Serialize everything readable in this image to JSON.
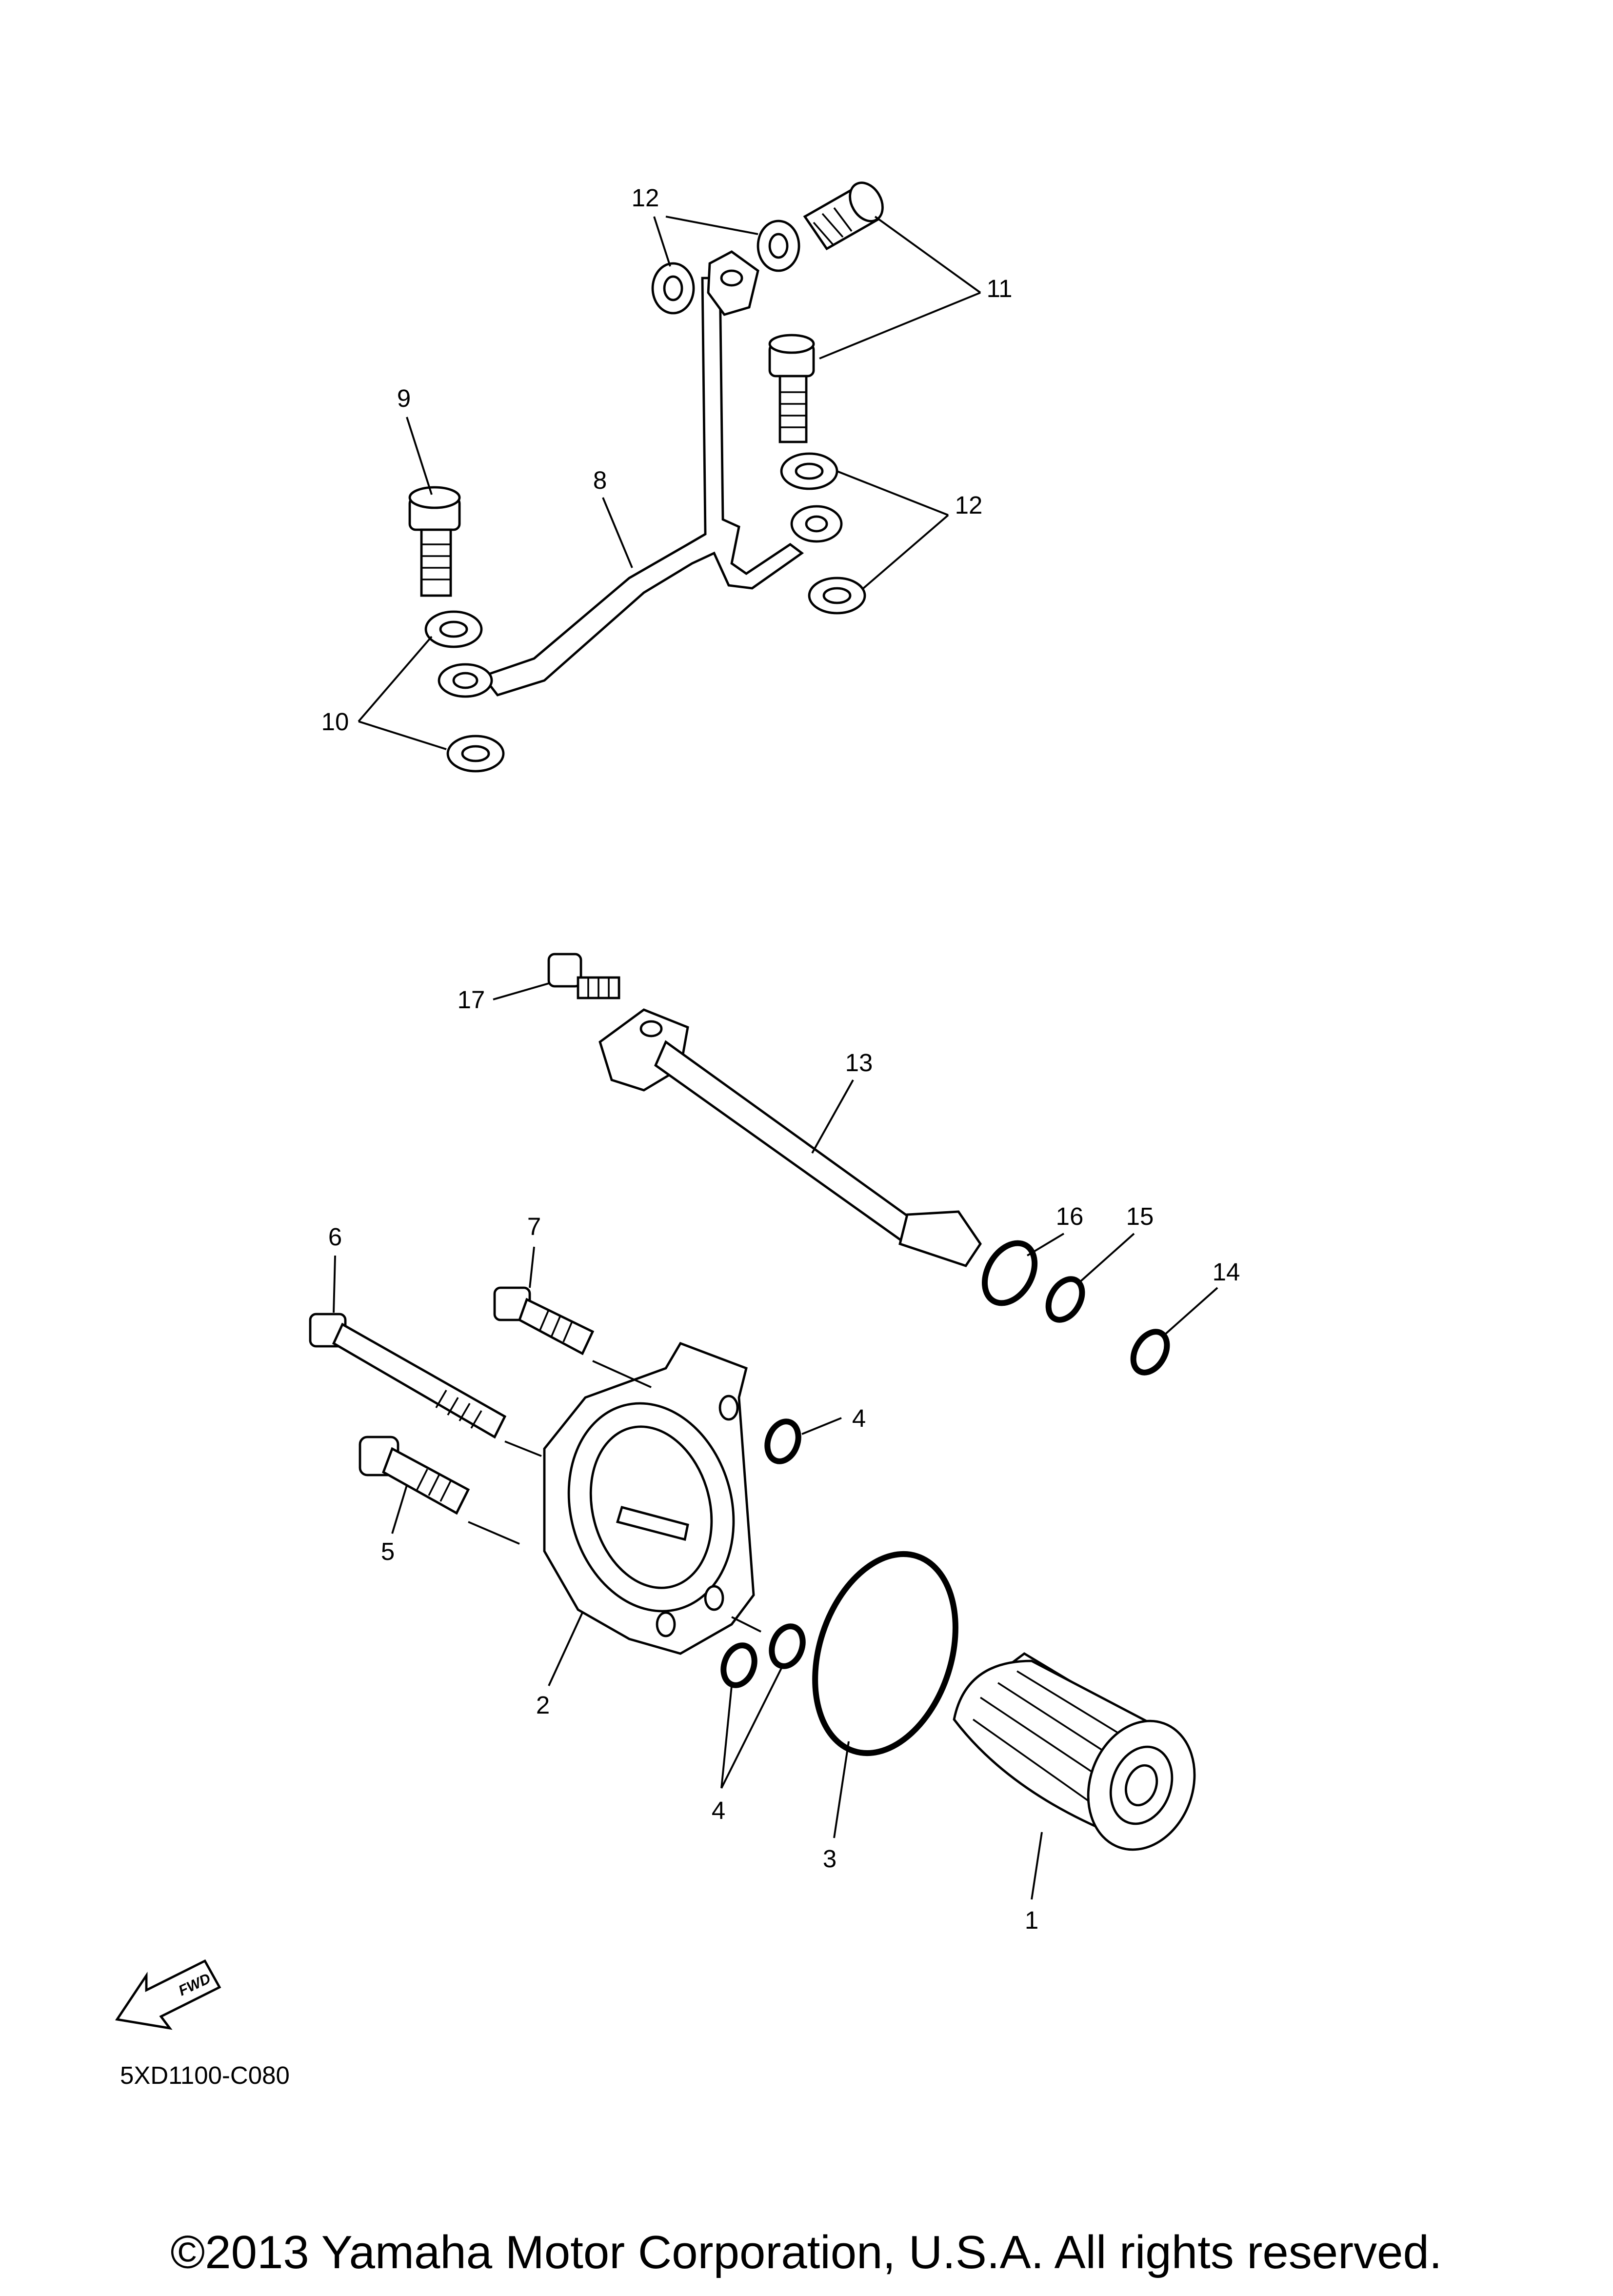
{
  "diagram": {
    "callouts": [
      "12",
      "11",
      "9",
      "8",
      "12",
      "10",
      "17",
      "13",
      "16",
      "15",
      "14",
      "6",
      "7",
      "4",
      "5",
      "2",
      "4",
      "3",
      "1"
    ],
    "fwd_label": "FWD",
    "diagram_code": "5XD1100-C080",
    "copyright": "©2013 Yamaha Motor Corporation, U.S.A. All rights reserved."
  }
}
